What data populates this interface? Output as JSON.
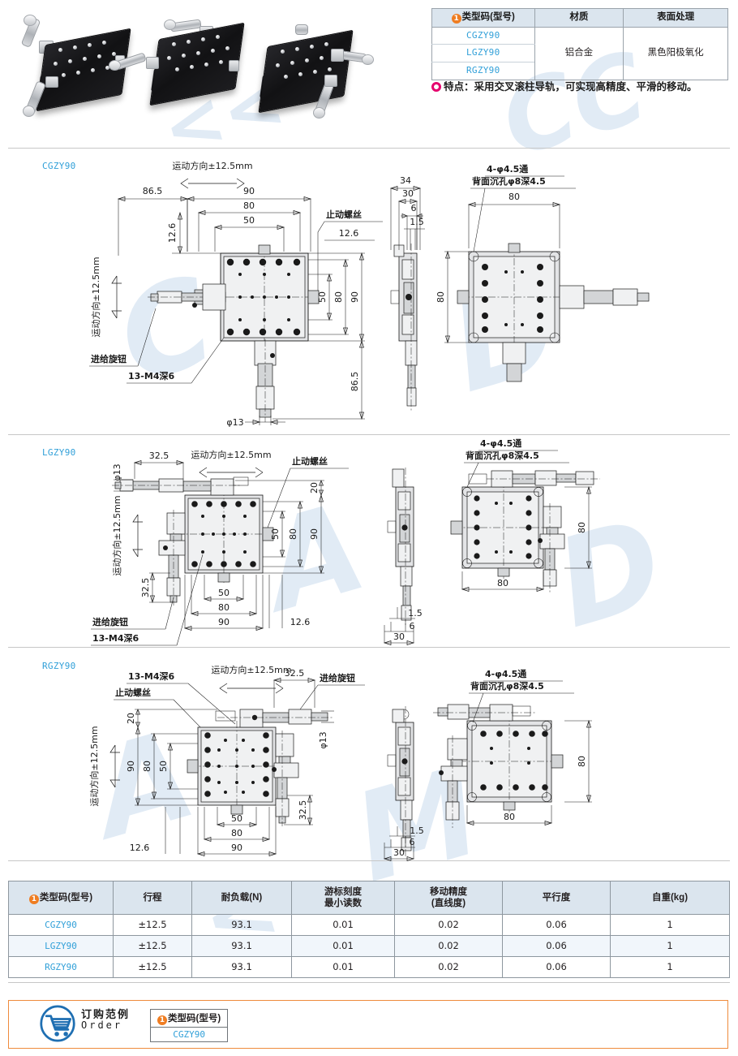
{
  "material_table": {
    "headers": [
      "类型码(型号)",
      "材质",
      "表面处理"
    ],
    "models": [
      "CGZY90",
      "LGZY90",
      "RGZY90"
    ],
    "material": "铝合金",
    "surface": "黑色阳极氧化"
  },
  "feature_note": "特点：采用交叉滚柱导轨，可实现高精度、平滑的移动。",
  "drawings": [
    {
      "model": "CGZY90",
      "labels": {
        "motion_top": "运动方向±12.5mm",
        "motion_left": "运动方向±12.5mm",
        "stop_screw": "止动螺丝",
        "feed_knob": "进给旋钮",
        "tap": "13-M4深6",
        "thru_hole": "4-φ4.5通",
        "counterbore": "背面沉孔φ8深4.5"
      },
      "dims": {
        "d865_top": "86.5",
        "d90_top": "90",
        "d80_top": "80",
        "d50_top": "50",
        "d126_left": "12.6",
        "d126_right": "12.6",
        "d50_r": "50",
        "d80_r": "80",
        "d90_r": "90",
        "d865_r": "86.5",
        "phi13": "φ13",
        "side_34": "34",
        "side_30": "30",
        "side_6": "6",
        "side_15": "1.5",
        "rv_80_top": "80",
        "rv_80_left": "80"
      }
    },
    {
      "model": "LGZY90",
      "labels": {
        "motion_top": "运动方向±12.5mm",
        "motion_left": "运动方向±12.5mm",
        "stop_screw": "止动螺丝",
        "feed_knob": "进给旋钮",
        "tap": "13-M4深6",
        "thru_hole": "4-φ4.5通",
        "counterbore": "背面沉孔φ8深4.5"
      },
      "dims": {
        "phi13": "φ13",
        "d325_top": "32.5",
        "d325_left": "32.5",
        "d20": "20",
        "d50_r": "50",
        "d80_r": "80",
        "d90_r": "90",
        "d50_b": "50",
        "d80_b": "80",
        "d90_b": "90",
        "d126": "12.6",
        "side_15": "1.5",
        "side_6": "6",
        "side_30": "30",
        "rv_80_right": "80",
        "rv_80_bottom": "80"
      }
    },
    {
      "model": "RGZY90",
      "labels": {
        "motion_top": "运动方向±12.5mm",
        "motion_left": "运动方向±12.5mm",
        "stop_screw": "止动螺丝",
        "feed_knob": "进给旋钮",
        "tap": "13-M4深6",
        "thru_hole": "4-φ4.5通",
        "counterbore": "背面沉孔φ8深4.5"
      },
      "dims": {
        "d325_top": "32.5",
        "d325_right": "32.5",
        "phi13": "φ13",
        "d20": "20",
        "d90_l": "90",
        "d80_l": "80",
        "d50_l": "50",
        "d50_b": "50",
        "d80_b": "80",
        "d90_b": "90",
        "d126": "12.6",
        "side_15": "1.5",
        "side_6": "6",
        "side_30": "30",
        "rv_80_right": "80",
        "rv_80_bottom": "80"
      }
    }
  ],
  "spec_table": {
    "headers": [
      "类型码(型号)",
      "行程",
      "耐负载(N)",
      "游标刻度\n最小读数",
      "移动精度\n(直线度)",
      "平行度",
      "自重(kg)"
    ],
    "headers_multiline": [
      [
        "类型码(型号)"
      ],
      [
        "行程"
      ],
      [
        "耐负载(N)"
      ],
      [
        "游标刻度",
        "最小读数"
      ],
      [
        "移动精度",
        "(直线度)"
      ],
      [
        "平行度"
      ],
      [
        "自重(kg)"
      ]
    ],
    "rows": [
      {
        "model": "CGZY90",
        "stroke": "±12.5",
        "load": "93.1",
        "vernier": "0.01",
        "accuracy": "0.02",
        "parallelism": "0.06",
        "weight": "1"
      },
      {
        "model": "LGZY90",
        "stroke": "±12.5",
        "load": "93.1",
        "vernier": "0.01",
        "accuracy": "0.02",
        "parallelism": "0.06",
        "weight": "1"
      },
      {
        "model": "RGZY90",
        "stroke": "±12.5",
        "load": "93.1",
        "vernier": "0.01",
        "accuracy": "0.02",
        "parallelism": "0.06",
        "weight": "1"
      }
    ]
  },
  "order": {
    "title_cn": "订购范例",
    "title_en": "Order",
    "header": "类型码(型号)",
    "value": "CGZY90"
  },
  "colors": {
    "model_blue": "#2f9fd8",
    "header_bg": "#dbe5ee",
    "badge_orange": "#ef7d22",
    "badge_pink": "#e5006d",
    "order_border": "#ef8b3c",
    "cart_blue": "#1f6fb2"
  }
}
